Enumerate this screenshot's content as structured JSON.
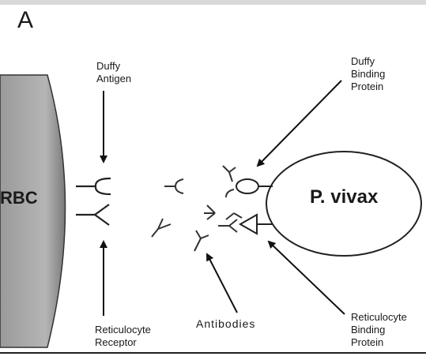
{
  "panel_label": "A",
  "rbc_label": "RBC",
  "pathogen_label": "P. vivax",
  "labels": {
    "duffy_antigen": [
      "Duffy",
      "Antigen"
    ],
    "duffy_binding_protein": [
      "Duffy",
      "Binding",
      "Protein"
    ],
    "reticulocyte_receptor": [
      "Reticulocyte",
      "Receptor"
    ],
    "reticulocyte_binding_protein": [
      "Reticulocyte",
      "Binding",
      "Protein"
    ],
    "antibodies": "Antibodies"
  }
}
